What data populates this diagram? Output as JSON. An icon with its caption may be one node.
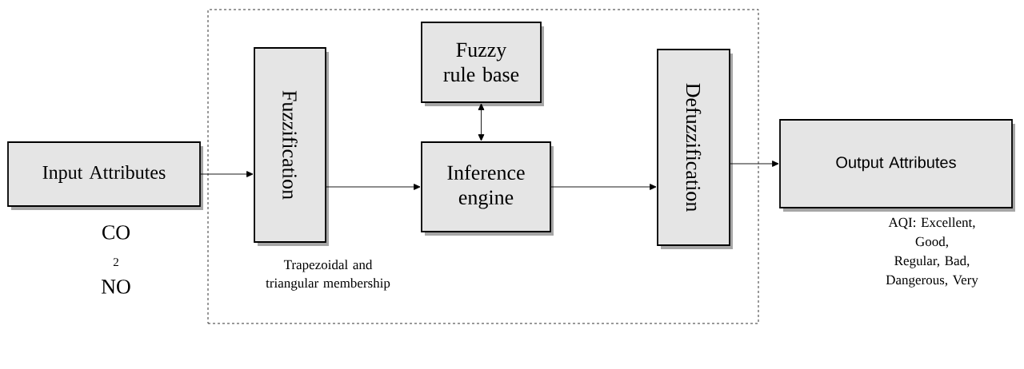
{
  "diagram": {
    "nodes": [
      {
        "text": [
          "Input Attributes"
        ]
      },
      {
        "text": [],
        "shape": "box"
      },
      {
        "text": [
          "Fuzzification"
        ],
        "in": 1
      },
      {
        "text": [
          "Fuzzy rule base"
        ],
        "in": 1
      },
      {
        "text": [
          "Inference engine"
        ],
        "in": 1
      },
      {
        "text": [
          "Defuzzification"
        ],
        "in": 1
      },
      {
        "text": [
          "Output Attributes"
        ],
        "beside": [
          "AQI: Excellent, Good, Regular, Bad, Dangerous, Very"
        ]
      }
    ],
    "edges": [
      {
        "from": 0,
        "to": 2,
        "arrow": "to"
      },
      {
        "from": 2,
        "to": 4,
        "arrow": "to"
      },
      {
        "from": 3,
        "to": 4,
        "arrow": "both"
      },
      {
        "from": 4,
        "to": 5,
        "arrow": "to"
      },
      {
        "from": 5,
        "to": 6,
        "arrow": "to"
      }
    ],
    "labels": [
      "Trapezoidal and triangular membership",
      "CO",
      "2",
      "NO"
    ]
  }
}
